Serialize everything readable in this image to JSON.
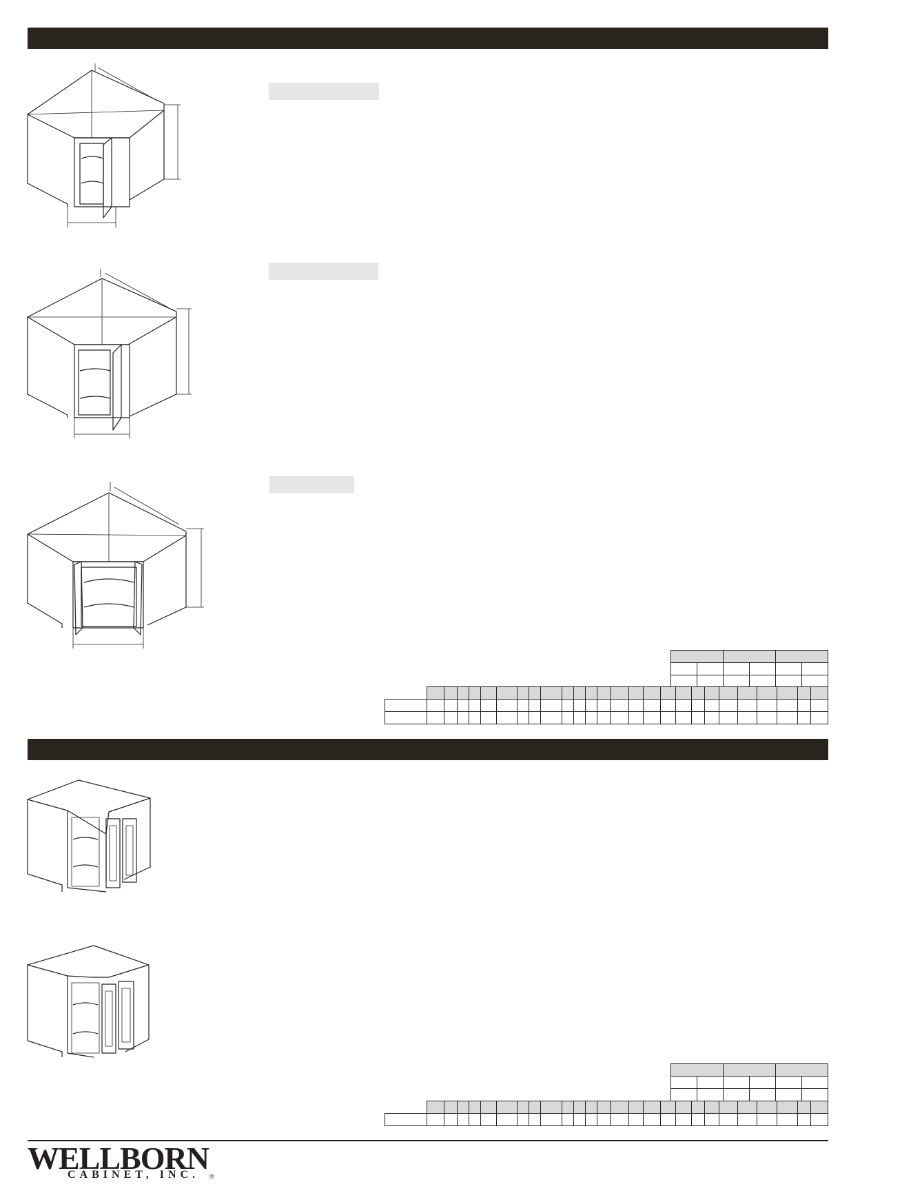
{
  "logo": {
    "brand_big": "WELLBORN",
    "brand_sub": "CABINET, INC.",
    "registered": "®"
  },
  "tables": {
    "group_header_columns": 3,
    "group_subheader_columns": 6,
    "option_columns": 26,
    "first_table_rows": 2,
    "second_table_rows": 1
  },
  "icons": [
    "diagonal-corner-base-cabinet-drawing",
    "diagonal-corner-base-cabinet-drawing",
    "diagonal-corner-base-double-door-drawing",
    "easy-reach-corner-base-cabinet-drawing",
    "easy-reach-corner-base-cabinet-drawing"
  ]
}
